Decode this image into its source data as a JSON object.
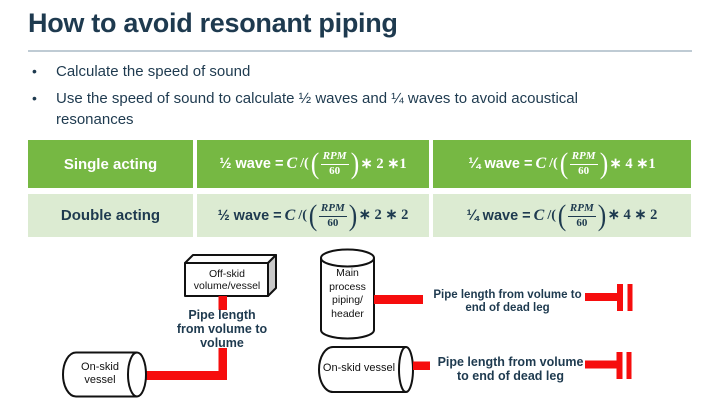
{
  "slide": {
    "title": "How to avoid resonant piping",
    "bullets": [
      "Calculate the speed of sound",
      "Use the speed of sound to calculate ½ waves and ¼ waves to avoid acoustical resonances"
    ]
  },
  "table": {
    "rows": [
      {
        "label": "Single acting",
        "half_wave": {
          "prefix": "½ wave =",
          "var": "C",
          "open": "/(",
          "lparen": "(",
          "num": "RPM",
          "den": "60",
          "rparen": ")",
          "suffix": "∗ 2 ∗1"
        },
        "quarter_wave": {
          "prefix": "¼ wave =",
          "var": "C",
          "open": "/(",
          "lparen": "(",
          "num": "RPM",
          "den": "60",
          "rparen": ")",
          "suffix": "∗ 4 ∗1"
        }
      },
      {
        "label": "Double acting",
        "half_wave": {
          "prefix": "½ wave =",
          "var": "C",
          "open": "/(",
          "lparen": "(",
          "num": "RPM",
          "den": "60",
          "rparen": ")",
          "suffix": "∗ 2 ∗ 2"
        },
        "quarter_wave": {
          "prefix": "¼ wave =",
          "var": "C",
          "open": "/(",
          "lparen": "(",
          "num": "RPM",
          "den": "60",
          "rparen": ")",
          "suffix": "∗ 4 ∗ 2"
        }
      }
    ]
  },
  "diagram": {
    "offskid_box_label": "Off-skid\nvolume/vessel",
    "pipe_left_label": "Pipe length\nfrom volume to\nvolume",
    "onskid_left_label": "On-skid\nvessel",
    "main_process_label": "Main\nprocess\npiping/\nheader",
    "deadleg_top_label": "Pipe length from volume to\nend of dead leg",
    "onskid_right_label": "On-skid vessel",
    "deadleg_bottom_label": "Pipe length from volume\nto end of dead leg"
  },
  "colors": {
    "title_navy": "#1E3A4F",
    "table_green": "#76B843",
    "table_light_green": "#DCEBD2",
    "pipe_red": "#F60D0D",
    "divider_gray": "#BFCBD4",
    "shape_outline": "#111111"
  }
}
